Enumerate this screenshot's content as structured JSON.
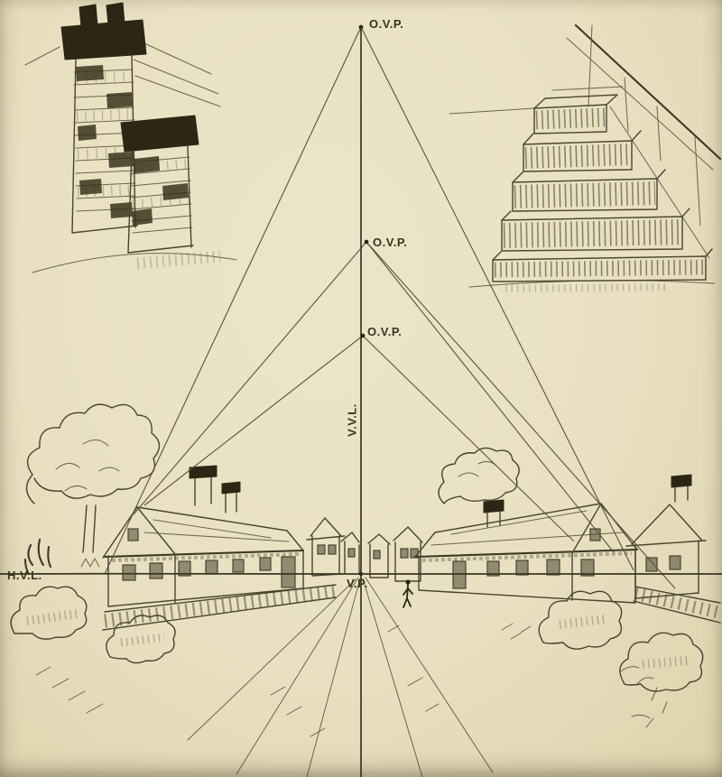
{
  "labels": {
    "ovp_top": "O.V.P.",
    "ovp_middle": "O.V.P.",
    "ovp_lower": "O.V.P.",
    "vvl": "V.V.L.",
    "hvl": "H.V.L.",
    "vp": "V.P."
  },
  "colors": {
    "paper": "#e8e0c0",
    "ink": "#4a4330",
    "ink_dark": "#2c2615"
  }
}
